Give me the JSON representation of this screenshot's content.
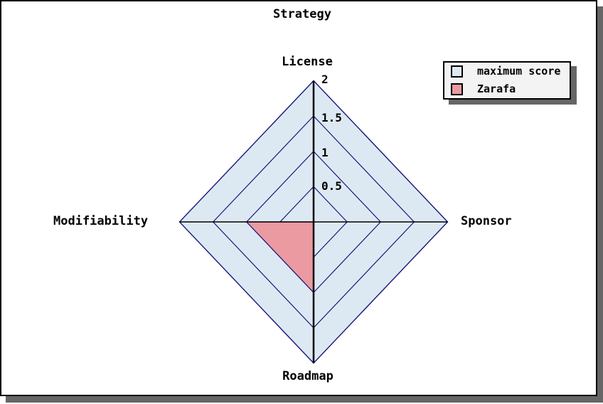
{
  "title": "Strategy",
  "legend": {
    "items": [
      {
        "label": "maximum score"
      },
      {
        "label": "Zarafa"
      }
    ]
  },
  "chart_data": {
    "type": "radar",
    "title": "Strategy",
    "axes": [
      "License",
      "Sponsor",
      "Roadmap",
      "Modifiability"
    ],
    "axis_positions": [
      "top",
      "right",
      "bottom",
      "left"
    ],
    "max": 2,
    "grid_ticks": [
      0.5,
      1,
      1.5,
      2
    ],
    "tick_labels": [
      "2",
      "1.5",
      "1",
      "0.5"
    ],
    "series": [
      {
        "name": "maximum score",
        "values": [
          2,
          2,
          2,
          2
        ],
        "fill": "#dde9f2"
      },
      {
        "name": "Zarafa",
        "values": [
          0,
          0,
          1,
          1
        ],
        "fill": "#ec9aa1"
      }
    ],
    "grid_color": "#17177d",
    "axis_color": "#000000",
    "legend_position": "top-right"
  }
}
